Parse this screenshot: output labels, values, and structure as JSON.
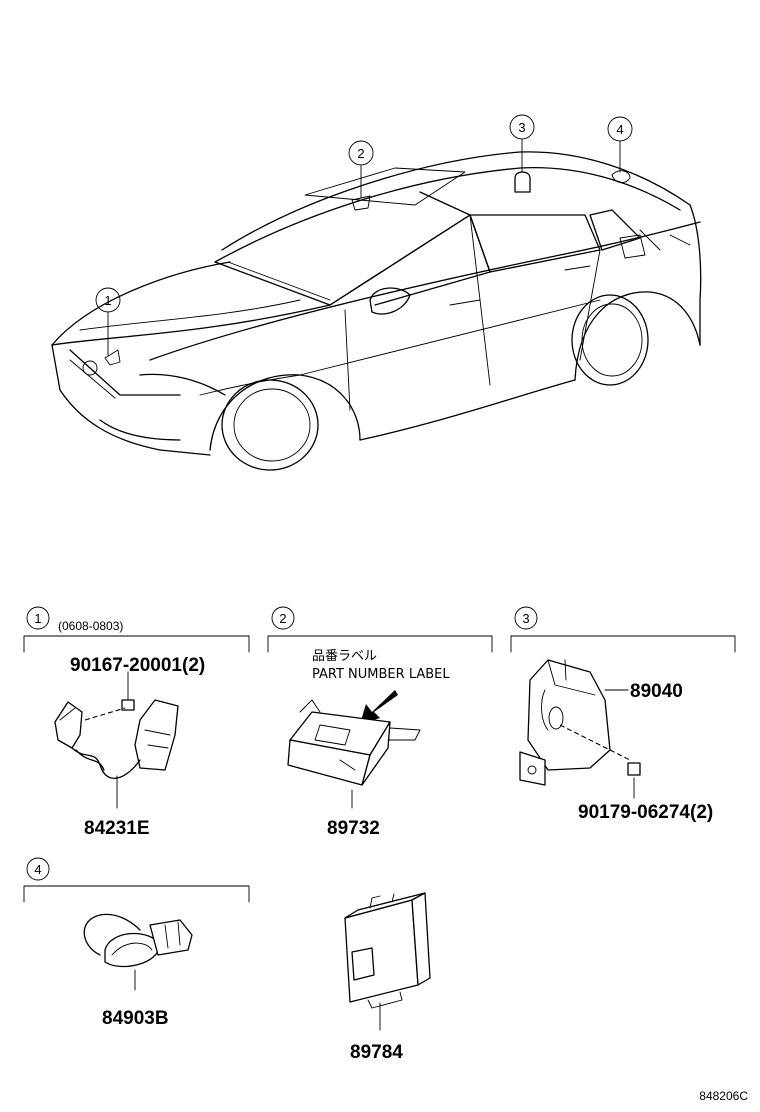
{
  "callouts": {
    "c1": "1",
    "c2": "2",
    "c3": "3",
    "c4": "4"
  },
  "sections": {
    "s1": {
      "num": "1",
      "note": "(0608-0803)"
    },
    "s2": {
      "num": "2"
    },
    "s3": {
      "num": "3"
    },
    "s4": {
      "num": "4"
    }
  },
  "parts": {
    "p90167": "90167-20001(2)",
    "p84231E": "84231E",
    "label_jp": "品番ラベル",
    "label_en": "PART NUMBER LABEL",
    "p89732": "89732",
    "p89040": "89040",
    "p90179": "90179-06274(2)",
    "p84903B": "84903B",
    "p89784": "89784"
  },
  "figure_code": "848206C"
}
